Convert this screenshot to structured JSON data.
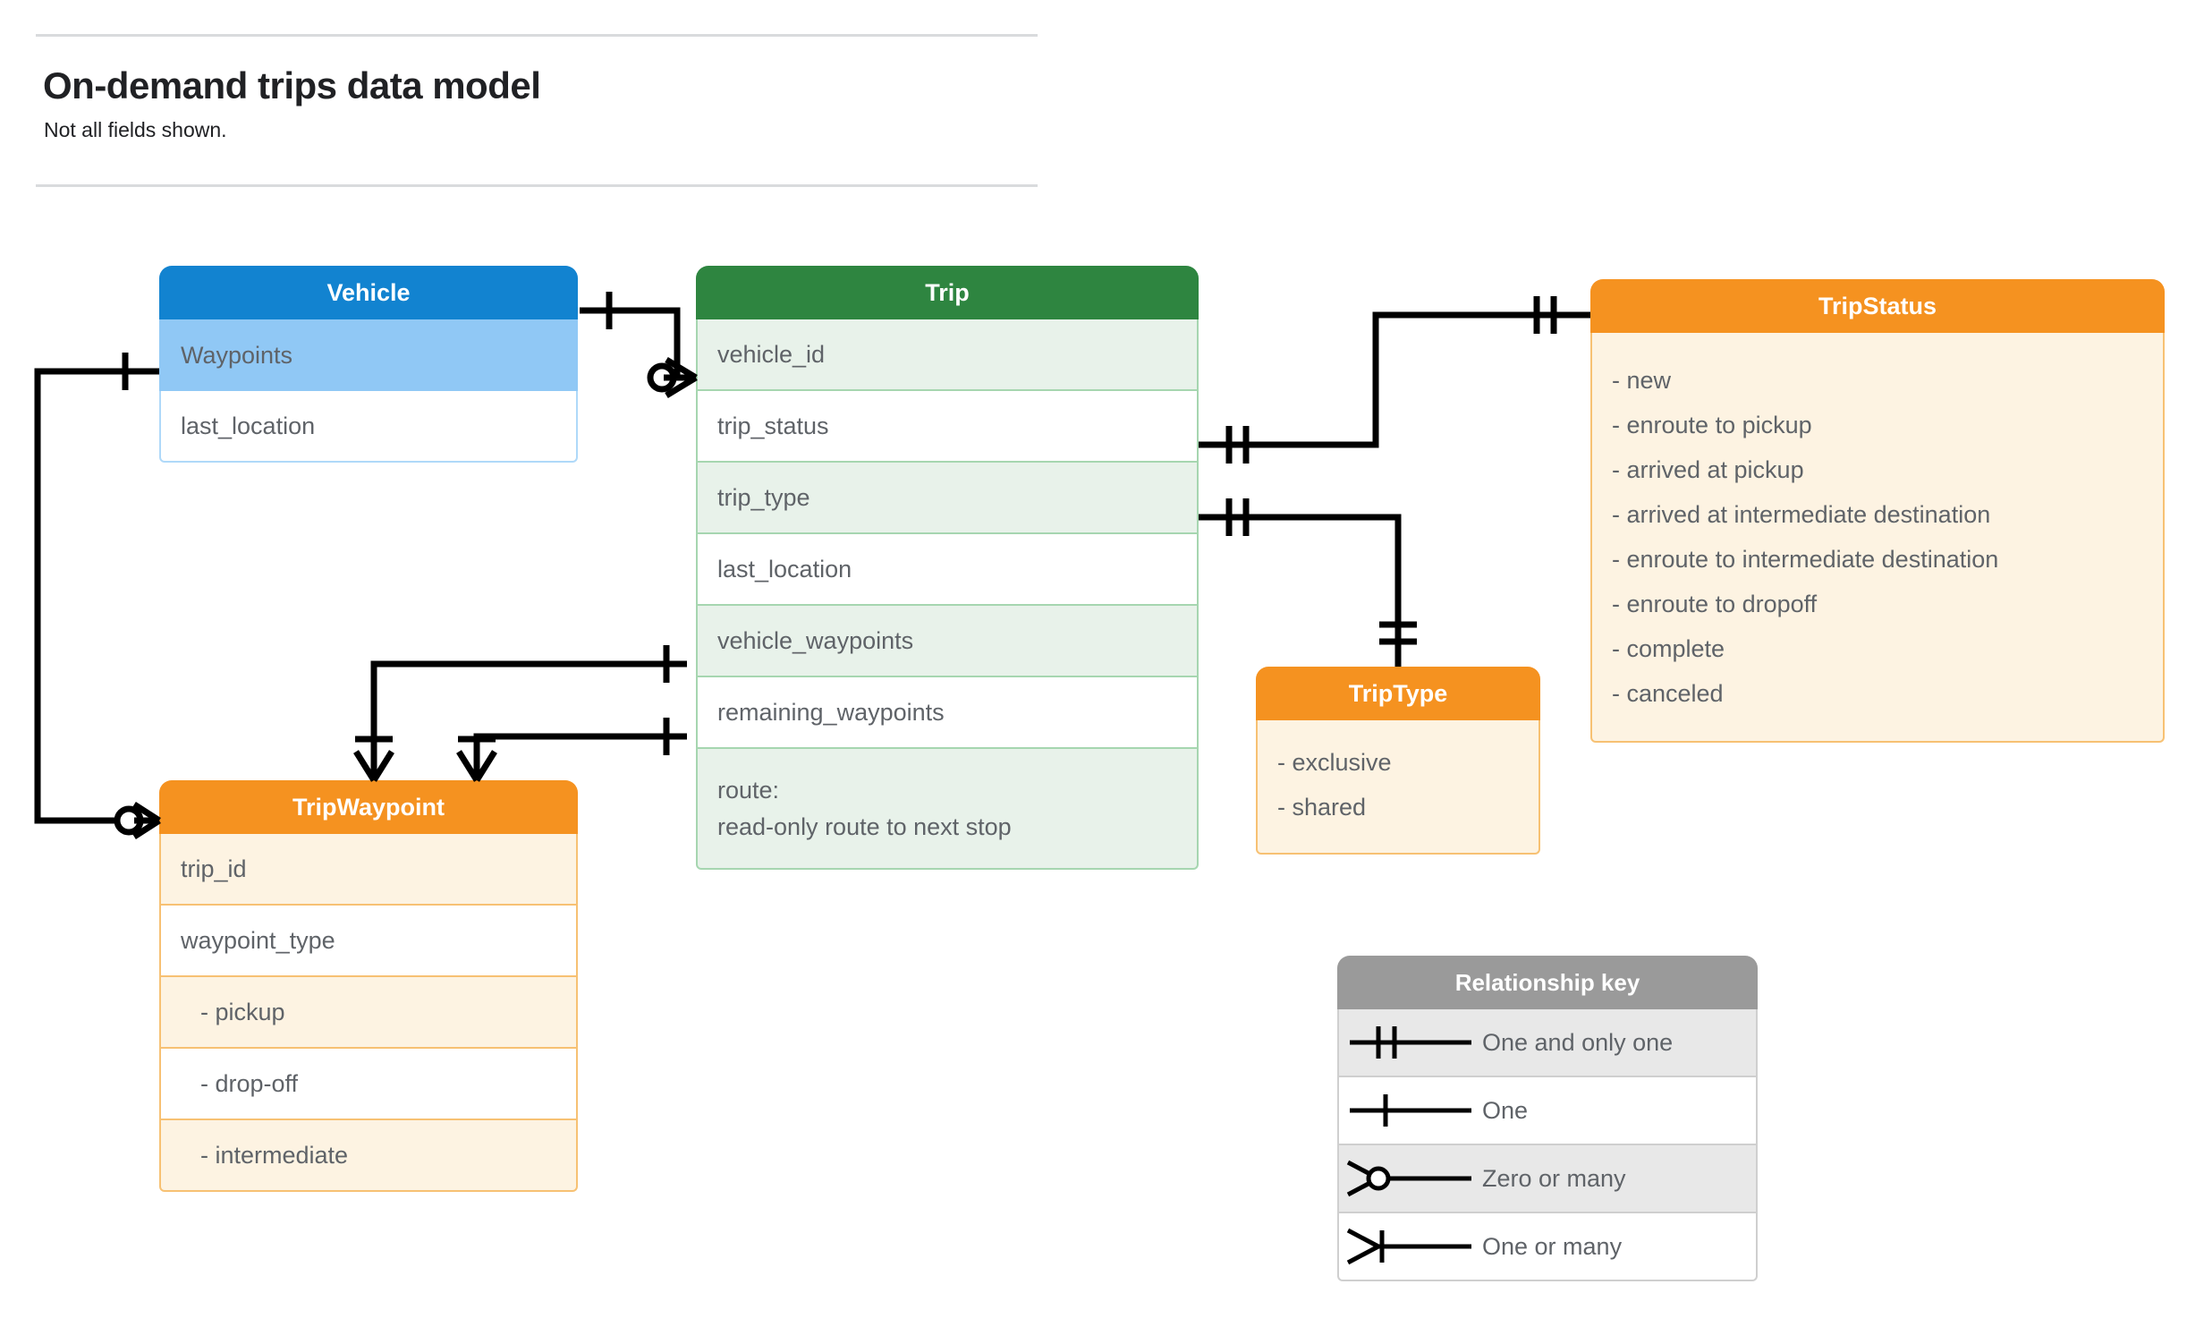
{
  "header": {
    "title": "On-demand trips data model",
    "subtitle": "Not all fields shown."
  },
  "entities": {
    "vehicle": {
      "name": "Vehicle",
      "header_color": "#1283D0",
      "rows": [
        {
          "label": "Waypoints"
        },
        {
          "label": "last_location"
        }
      ]
    },
    "trip": {
      "name": "Trip",
      "header_color": "#2E8540",
      "rows": [
        {
          "label": "vehicle_id"
        },
        {
          "label": "trip_status"
        },
        {
          "label": "trip_type"
        },
        {
          "label": "last_location"
        },
        {
          "label": "vehicle_waypoints"
        },
        {
          "label": "remaining_waypoints"
        },
        {
          "label": "route:",
          "label2": "read-only route to next stop"
        }
      ]
    },
    "trip_status": {
      "name": "TripStatus",
      "header_color": "#F59220",
      "values": [
        "- new",
        "- enroute to pickup",
        "- arrived at pickup",
        "- arrived at intermediate destination",
        "- enroute to intermediate destination",
        "- enroute to dropoff",
        "- complete",
        "- canceled"
      ]
    },
    "trip_type": {
      "name": "TripType",
      "header_color": "#F59220",
      "values": [
        "- exclusive",
        "- shared"
      ]
    },
    "trip_waypoint": {
      "name": "TripWaypoint",
      "header_color": "#F59220",
      "rows": [
        {
          "label": "trip_id"
        },
        {
          "label": "waypoint_type"
        },
        {
          "label": "-  pickup"
        },
        {
          "label": "-  drop-off"
        },
        {
          "label": "-  intermediate"
        }
      ]
    }
  },
  "legend": {
    "title": "Relationship key",
    "rows": [
      {
        "glyph": "one-and-only-one-icon",
        "label": "One and only one"
      },
      {
        "glyph": "one-icon",
        "label": "One"
      },
      {
        "glyph": "zero-or-many-icon",
        "label": "Zero or many"
      },
      {
        "glyph": "one-or-many-icon",
        "label": "One or many"
      }
    ]
  },
  "relationships": [
    {
      "from": "Vehicle",
      "from_field": "header",
      "from_card": "one",
      "to": "Trip",
      "to_field": "vehicle_id",
      "to_card": "zero-or-many"
    },
    {
      "from": "Vehicle",
      "from_field": "Waypoints",
      "from_card": "one",
      "to": "TripWaypoint",
      "to_field": "header",
      "to_card": "zero-or-many"
    },
    {
      "from": "Trip",
      "from_field": "trip_status",
      "from_card": "one-and-only-one",
      "to": "TripStatus",
      "to_field": "header",
      "to_card": "one-and-only-one"
    },
    {
      "from": "Trip",
      "from_field": "trip_type",
      "from_card": "one-and-only-one",
      "to": "TripType",
      "to_field": "header",
      "to_card": "one-and-only-one"
    },
    {
      "from": "Trip",
      "from_field": "vehicle_waypoints",
      "from_card": "one",
      "to": "TripWaypoint",
      "to_field": "header",
      "to_card": "one-or-many"
    },
    {
      "from": "Trip",
      "from_field": "remaining_waypoints",
      "from_card": "one",
      "to": "TripWaypoint",
      "to_field": "header",
      "to_card": "one-or-many"
    }
  ],
  "colors": {
    "blue": "#1283D0",
    "blue_light": "#90C8F5",
    "green": "#2E8540",
    "green_light": "#E8F2EA",
    "orange": "#F59220",
    "orange_light": "#FDF3E2",
    "gray": "#9A9A9A",
    "gray_light": "#E8E8E8",
    "text": "#5f6368",
    "line": "#000000"
  }
}
